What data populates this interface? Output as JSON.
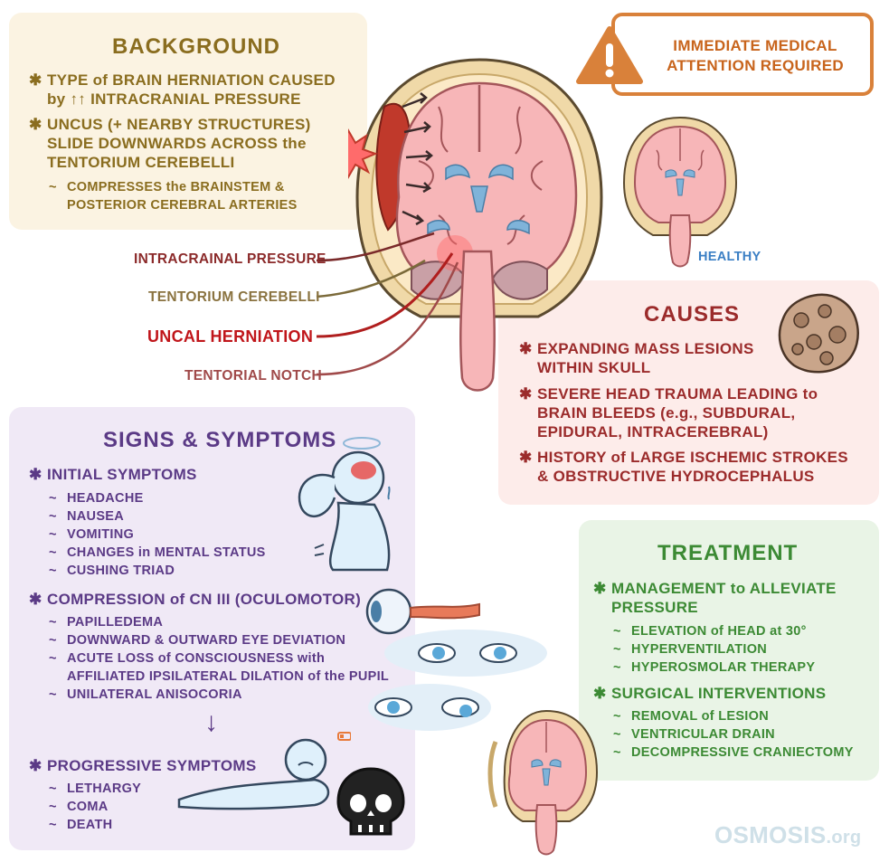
{
  "alert": {
    "line1": "IMMEDIATE MEDICAL",
    "line2": "ATTENTION REQUIRED"
  },
  "background": {
    "title": "BACKGROUND",
    "bullets": [
      {
        "line1": "TYPE of BRAIN HERNIATION CAUSED",
        "line2": "by ↑↑ INTRACRANIAL PRESSURE"
      },
      {
        "line1": "UNCUS (+ NEARBY STRUCTURES)",
        "line2": "SLIDE DOWNWARDS ACROSS the",
        "line3": "TENTORIUM CEREBELLI"
      }
    ],
    "sub": {
      "line1": "COMPRESSES the BRAINSTEM &",
      "line2": "POSTERIOR CEREBRAL ARTERIES"
    }
  },
  "labels": {
    "pressure": "INTRACRAINAL PRESSURE",
    "tentorium": "TENTORIUM CEREBELLI",
    "uncal": "UNCAL HERNIATION",
    "notch": "TENTORIAL NOTCH",
    "healthy": "HEALTHY"
  },
  "causes": {
    "title": "CAUSES",
    "items": [
      {
        "line1": "EXPANDING MASS LESIONS",
        "line2": "WITHIN SKULL"
      },
      {
        "line1": "SEVERE HEAD TRAUMA LEADING to",
        "line2": "BRAIN BLEEDS (e.g., SUBDURAL,",
        "line3": "EPIDURAL, INTRACEREBRAL)"
      },
      {
        "line1": "HISTORY of LARGE ISCHEMIC STROKES",
        "line2": "& OBSTRUCTIVE HYDROCEPHALUS"
      }
    ]
  },
  "signs": {
    "title": "SIGNS & SYMPTOMS",
    "initial": {
      "heading": "INITIAL SYMPTOMS",
      "items": [
        "HEADACHE",
        "NAUSEA",
        "VOMITING",
        "CHANGES in MENTAL STATUS",
        "CUSHING TRIAD"
      ]
    },
    "compression": {
      "heading": "COMPRESSION of CN III (OCULOMOTOR)",
      "items": [
        "PAPILLEDEMA",
        "DOWNWARD & OUTWARD EYE DEVIATION"
      ],
      "loss_line1": "ACUTE LOSS of CONSCIOUSNESS with",
      "loss_line2": "AFFILIATED IPSILATERAL DILATION of the PUPIL",
      "last": "UNILATERAL ANISOCORIA"
    },
    "arrow": "↓",
    "progressive": {
      "heading": "PROGRESSIVE SYMPTOMS",
      "items": [
        "LETHARGY",
        "COMA",
        "DEATH"
      ]
    }
  },
  "treatment": {
    "title": "TREATMENT",
    "management": {
      "line1": "MANAGEMENT to ALLEVIATE",
      "line2": "PRESSURE"
    },
    "management_items": [
      "ELEVATION of HEAD at 30°",
      "HYPERVENTILATION",
      "HYPEROSMOLAR THERAPY"
    ],
    "surgical": "SURGICAL INTERVENTIONS",
    "surgical_items": [
      "REMOVAL of LESION",
      "VENTRICULAR DRAIN",
      "DECOMPRESSIVE CRANIECTOMY"
    ]
  },
  "brand": {
    "logo_text": "OSMOSIS",
    "logo_suffix": ".org"
  },
  "colors": {
    "background_text": "#8a6d1f",
    "causes_text": "#9b2b2b",
    "signs_text": "#5b3a86",
    "treatment_text": "#3c8a34",
    "alert": "#d9813a",
    "healthy_label": "#3b7fc4"
  }
}
